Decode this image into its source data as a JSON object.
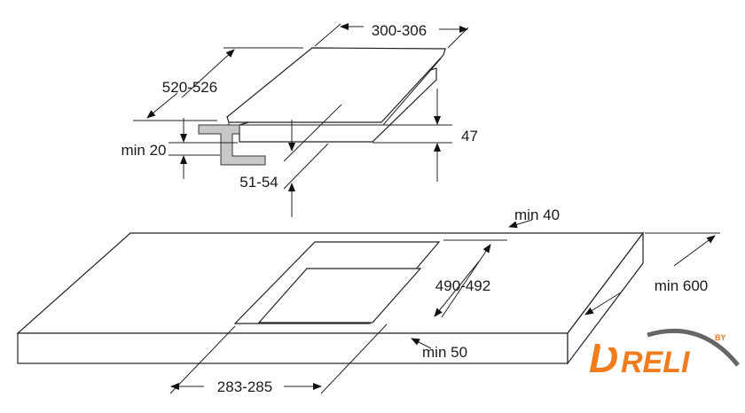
{
  "hob_dimensions": {
    "width": "300-306",
    "depth": "520-526",
    "height": "47",
    "min_worktop_thickness": "min 20",
    "installation_depth": "51-54"
  },
  "cutout_dimensions": {
    "min_back_distance": "min 40",
    "cutout_depth": "490-492",
    "min_front_distance": "min 50",
    "cutout_width": "283-285",
    "min_worktop_depth": "min 600"
  },
  "logo": {
    "text": "DRELI",
    "prefix": "BY",
    "color": "#f07c1e",
    "arc_color": "#666666"
  },
  "colors": {
    "bracket": "#c8c8c8",
    "line": "#222222"
  }
}
